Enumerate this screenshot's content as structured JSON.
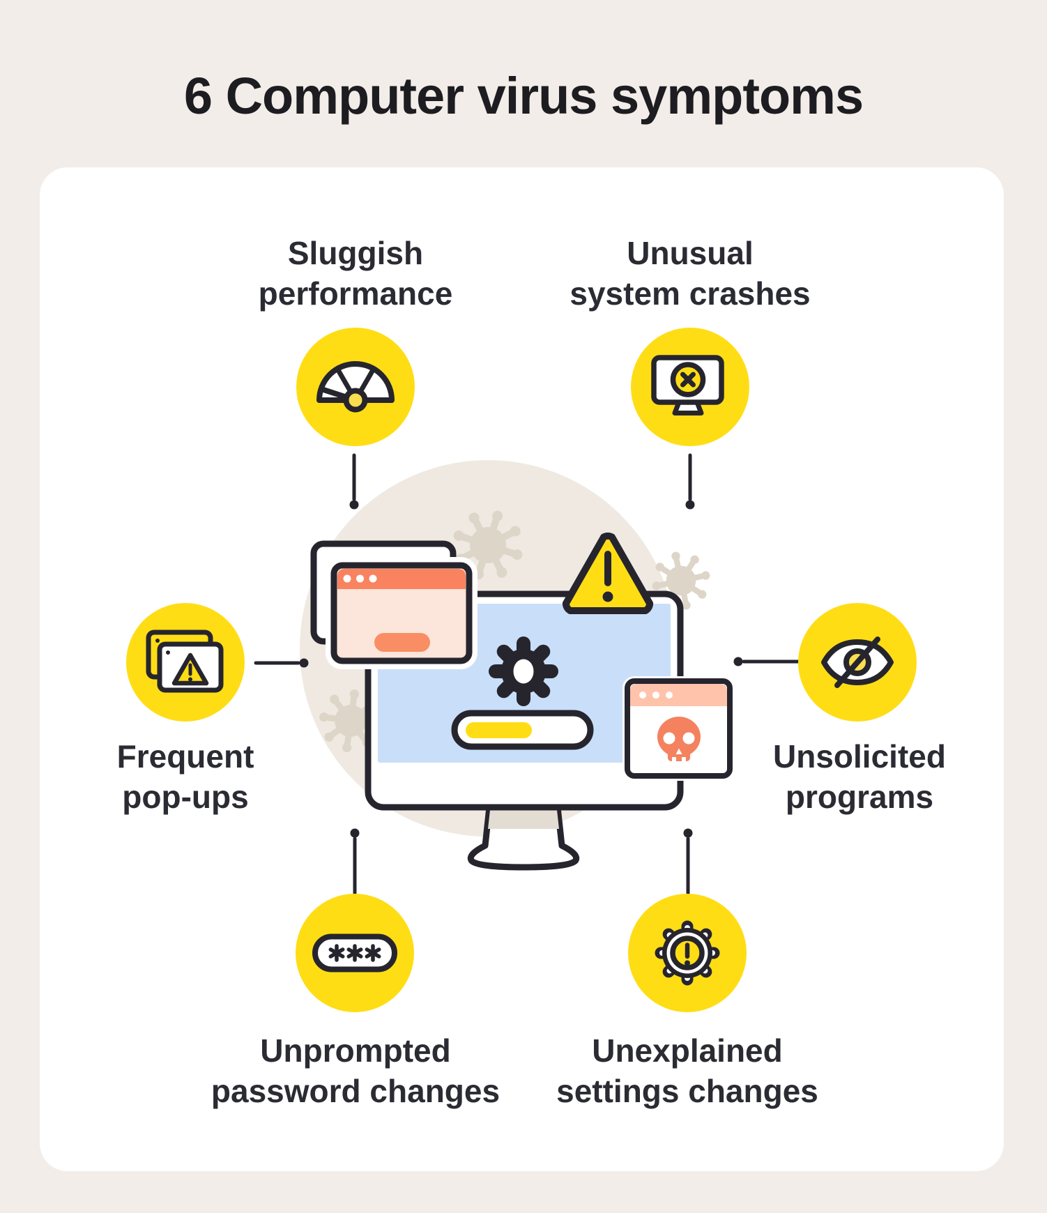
{
  "title": "6 Computer virus symptoms",
  "symptoms": [
    {
      "id": "sluggish-performance",
      "label_line1": "Sluggish",
      "label_line2": "performance",
      "icon": "speedometer-icon",
      "position": "top-left"
    },
    {
      "id": "unusual-system-crashes",
      "label_line1": "Unusual",
      "label_line2": "system crashes",
      "icon": "crashed-monitor-icon",
      "position": "top-right"
    },
    {
      "id": "frequent-pop-ups",
      "label_line1": "Frequent",
      "label_line2": "pop-ups",
      "icon": "popup-warning-icon",
      "position": "middle-left"
    },
    {
      "id": "unsolicited-programs",
      "label_line1": "Unsolicited",
      "label_line2": "programs",
      "icon": "eye-slash-icon",
      "position": "middle-right"
    },
    {
      "id": "unprompted-password-changes",
      "label_line1": "Unprompted",
      "label_line2": "password changes",
      "icon": "password-asterisks-icon",
      "position": "bottom-left"
    },
    {
      "id": "unexplained-settings-changes",
      "label_line1": "Unexplained",
      "label_line2": "settings changes",
      "icon": "gear-alert-icon",
      "position": "bottom-right"
    }
  ],
  "center_illustration": {
    "elements": [
      "browser-window",
      "monitor",
      "warning-triangle-icon",
      "gear-icon",
      "progress-bar",
      "skull-window",
      "virus-splats"
    ]
  },
  "colors": {
    "background": "#F2EDE8",
    "card": "#FFFFFF",
    "ink": "#26252E",
    "text": "#2B2B33",
    "title": "#1D1C21",
    "yellow": "#FFDD15",
    "yellow_soft": "#F9DE4F",
    "orange": "#F9835F",
    "orange_button": "#F98E64",
    "peach": "#FCE5DA",
    "salmon": "#FFC3AC",
    "skull": "#F4825F",
    "blue": "#C9DEF8",
    "beige_circle": "#EFE9E2",
    "virus": "#DDD5C8",
    "stand": "#E2DCD2"
  }
}
